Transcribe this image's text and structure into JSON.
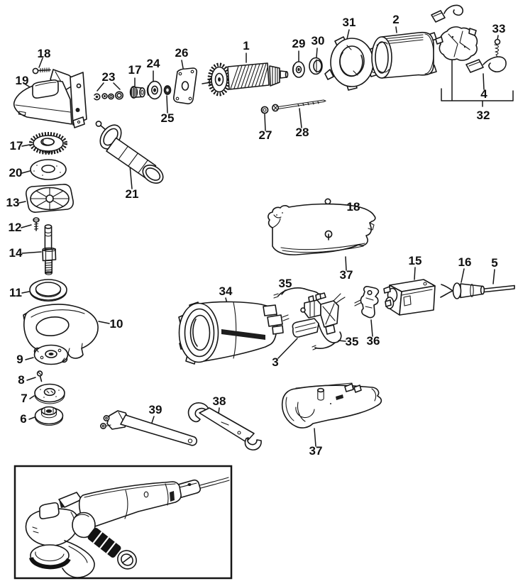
{
  "diagram": {
    "type": "exploded-parts-diagram",
    "subject": "angle grinder",
    "colors": {
      "ink": "#161616",
      "paper": "#ffffff"
    },
    "callouts": [
      {
        "id": "screw-housing-top",
        "text": "18"
      },
      {
        "id": "gear-housing",
        "text": "19"
      },
      {
        "id": "ring-kit",
        "text": "23"
      },
      {
        "id": "pinion-gear",
        "text": "17"
      },
      {
        "id": "bearing-front",
        "text": "24"
      },
      {
        "id": "end-plate",
        "text": "26"
      },
      {
        "id": "washer-small",
        "text": "25"
      },
      {
        "id": "armature",
        "text": "1"
      },
      {
        "id": "bearing-rear",
        "text": "29"
      },
      {
        "id": "ring-sleeve",
        "text": "30"
      },
      {
        "id": "baffle",
        "text": "31"
      },
      {
        "id": "field",
        "text": "2"
      },
      {
        "id": "brush-spring",
        "text": "33"
      },
      {
        "id": "brush",
        "text": "4"
      },
      {
        "id": "brush-assembly-group",
        "text": "32"
      },
      {
        "id": "nut-small",
        "text": "27"
      },
      {
        "id": "through-bolt",
        "text": "28"
      },
      {
        "id": "side-handle",
        "text": "21"
      },
      {
        "id": "crown-gear",
        "text": "17"
      },
      {
        "id": "washer-wave",
        "text": "20"
      },
      {
        "id": "bearing-plate",
        "text": "13"
      },
      {
        "id": "screw-plate",
        "text": "12"
      },
      {
        "id": "spindle",
        "text": "14"
      },
      {
        "id": "retainer-ring",
        "text": "11"
      },
      {
        "id": "wheel-guard",
        "text": "10"
      },
      {
        "id": "inner-flange-plate",
        "text": "9"
      },
      {
        "id": "screw-flange",
        "text": "8"
      },
      {
        "id": "outer-flange",
        "text": "7"
      },
      {
        "id": "clamp-nut",
        "text": "6"
      },
      {
        "id": "screw-cover",
        "text": "18"
      },
      {
        "id": "cover-top",
        "text": "37"
      },
      {
        "id": "motor-housing",
        "text": "34"
      },
      {
        "id": "lead-wire-a",
        "text": "35"
      },
      {
        "id": "switch-assembly",
        "text": "3"
      },
      {
        "id": "lead-wire-b",
        "text": "35"
      },
      {
        "id": "lock-lever",
        "text": "36"
      },
      {
        "id": "switch",
        "text": "15"
      },
      {
        "id": "cord-protector",
        "text": "16"
      },
      {
        "id": "cord",
        "text": "5"
      },
      {
        "id": "pin-spanner",
        "text": "39"
      },
      {
        "id": "wrench",
        "text": "38"
      },
      {
        "id": "cover-bottom",
        "text": "37"
      }
    ]
  }
}
